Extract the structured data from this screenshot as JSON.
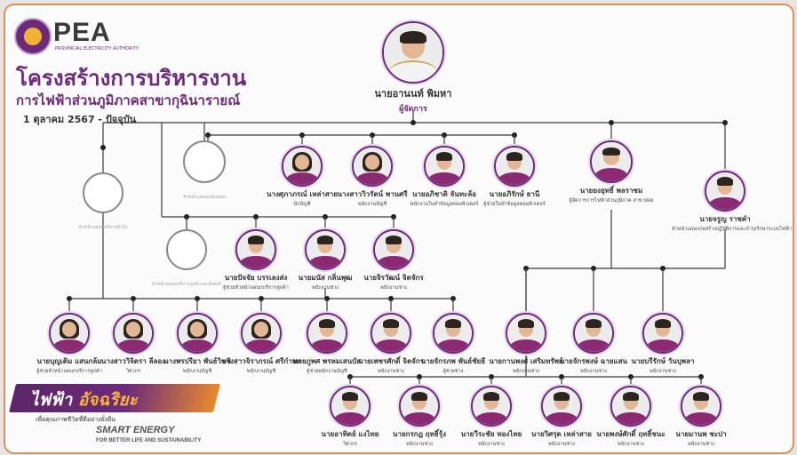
{
  "logo": {
    "text": "PEA",
    "sub": "PROVINCIAL ELECTRICITY AUTHORITY"
  },
  "header": {
    "title": "โครงสร้างการบริหารงาน",
    "subtitle": "การไฟฟ้าส่วนภูมิภาคสาขากุฉินารายณ์",
    "date": "1 ตุลาคม 2567 - ปัจจุบัน"
  },
  "manager": {
    "name": "นายอานนท์ พิมหา",
    "role": "ผู้จัดการ"
  },
  "row1": [
    {
      "name": "",
      "role": "หัวหน้าแผนกบริหารทั่วไป",
      "vacant": true
    },
    {
      "name": "",
      "role": "หัวหน้าแผนกสนับสนุน",
      "vacant": true
    },
    {
      "name": "นางศุภาภรณ์ เหล่าสาย",
      "role": "นักบัญชี",
      "female": true
    },
    {
      "name": "นางสาววิวรัตน์ พานศรี",
      "role": "พนักงานบัญชี",
      "female": true
    },
    {
      "name": "นายอภิชาติ จันทะล้อ",
      "role": "พนักงานในทำข้อมูลคอมพิวเตอร์"
    },
    {
      "name": "นายอภิรักษ์ ธานี",
      "role": "ผู้ช่วยในทำข้อมูลคอมพิวเตอร์"
    },
    {
      "name": "นายยงยุทธิ์ พลราชม",
      "role": "ผู้จัดการการไฟฟ้าส่วนภูมิภาค สาขาย่อย"
    },
    {
      "name": "นายจรูญ ราชคำ",
      "role": "หัวหน้าแผนกก่อสร้างปฏิบัติการและบำรุงรักษาระบบไฟฟ้า"
    }
  ],
  "row2": [
    {
      "name": "",
      "role": "หัวหน้าแผนกบริการลูกค้าและมิเตอร์",
      "vacant": true
    },
    {
      "name": "นายปัจจัย บรรเลงส่ง",
      "role": "ผู้ช่วยหัวหน้าแผนกบริการลูกค้า"
    },
    {
      "name": "นายมนัส กลิ่นพุฒ",
      "role": "พนักงานช่าง"
    },
    {
      "name": "นายจิรวัฒน์ จิตจักร",
      "role": "พนักงานช่าง"
    }
  ],
  "row3": [
    {
      "name": "นายบุญเติม แสนกล้ม",
      "role": "ผู้ช่วยหัวหน้าแผนกบริการลูกค้า",
      "female": true
    },
    {
      "name": "นางสาววิจิตรา ลีลอง",
      "role": "วิศวกร",
      "female": true
    },
    {
      "name": "นางพรปรียา พันธ์วิชชิ",
      "role": "พนักงานบัญชี",
      "female": true
    },
    {
      "name": "นางสาวจิราภรณ์ ศรีกำพล",
      "role": "พนักงานบัญชี",
      "female": true
    },
    {
      "name": "นายภูพศ พรหมเสนบัส",
      "role": "ผู้ช่วยพนักงานบัญชี"
    },
    {
      "name": "นายเพชรศักดิ์ จิตจักร",
      "role": "พนักงานช่าง"
    },
    {
      "name": "นายจักรภพ พันธ์ชัยธี",
      "role": "ผู้ช่วยช่าง"
    },
    {
      "name": "นายกานพงศ์ เสริมทรัพย์",
      "role": "พนักงานช่าง"
    },
    {
      "name": "นายจักรพงษ์ ฉายแสน",
      "role": "พนักงานช่าง"
    },
    {
      "name": "นายบรีรักษ์ วันบุพลา",
      "role": "พนักงานช่าง"
    }
  ],
  "row4": [
    {
      "name": "นายอาทิตย์ แงไทย",
      "role": "วิศวกร"
    },
    {
      "name": "นายกรกฎ ฤทธิ์รุ้ง",
      "role": "พนักงานช่าง"
    },
    {
      "name": "นายวีระชัย ทองไทย",
      "role": "พนักงานช่าง"
    },
    {
      "name": "นายวิศรุต เหล่าสาย",
      "role": "พนักงานช่าง"
    },
    {
      "name": "นายพงษ์ศักดิ์ ฤทธิ์ชนะ",
      "role": "พนักงานช่าง"
    },
    {
      "name": "นายมานพ ชะปา",
      "role": "พนักงานช่าง"
    }
  ],
  "brand": {
    "main_a": "ไฟฟ้า",
    "main_b": "อัจฉริยะ",
    "tagline": "เพื่อคุณภาพชีวิตที่ดีอย่างยั่งยืน",
    "smart": "SMART ENERGY",
    "smart_sub": "FOR BETTER LIFE AND SUSTAINABILITY"
  },
  "colors": {
    "accent": "#6b2b7a",
    "brand_orange": "#e88a2e",
    "border": "#d9925a"
  }
}
